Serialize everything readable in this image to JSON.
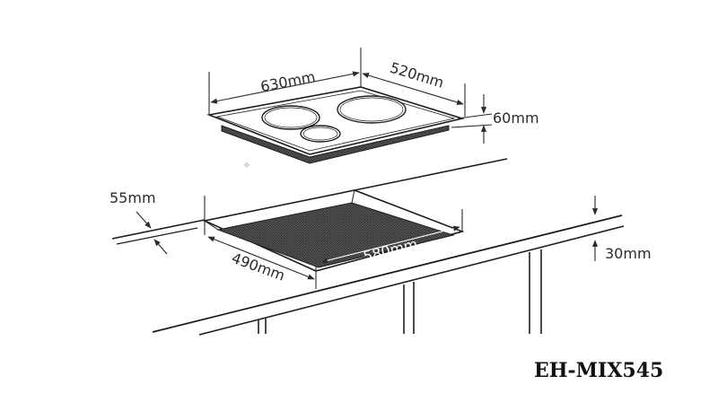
{
  "labels": {
    "hob_width": "630mm",
    "hob_depth": "520mm",
    "hob_height": "60mm",
    "cutout_front_gap": "55mm",
    "cutout_depth": "490mm",
    "cutout_width": "580mm",
    "counter_thickness": "30mm",
    "model": "EH-MIX545"
  },
  "colors": {
    "line": "#1e1e1e",
    "dim_line": "#3a3a3a",
    "glass_hatch": "#4a4a4a",
    "background": "#ffffff"
  }
}
